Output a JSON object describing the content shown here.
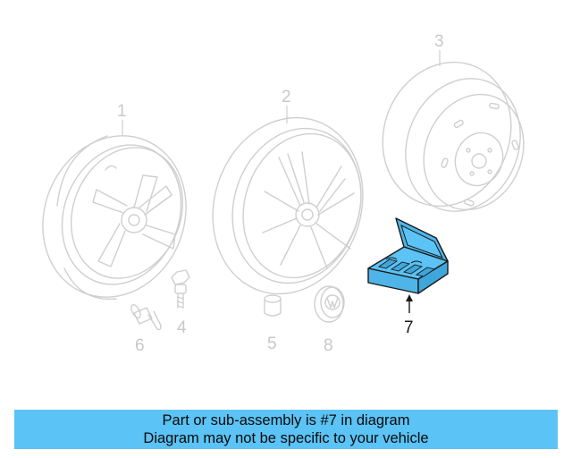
{
  "callouts": [
    {
      "id": "1",
      "label": "1",
      "part": "wheel"
    },
    {
      "id": "2",
      "label": "2",
      "part": "alloy-wheel"
    },
    {
      "id": "3",
      "label": "3",
      "part": "spare-wheel"
    },
    {
      "id": "4",
      "label": "4",
      "part": "wheel-bolt"
    },
    {
      "id": "5",
      "label": "5",
      "part": "cap"
    },
    {
      "id": "6",
      "label": "6",
      "part": "valve-stem"
    },
    {
      "id": "7",
      "label": "7",
      "part": "tool-case",
      "highlighted": true
    },
    {
      "id": "8",
      "label": "8",
      "part": "center-cap"
    }
  ],
  "highlight_color": "#5bc3f5",
  "banner": {
    "line1": "Part or sub-assembly is #7 in diagram",
    "line2": "Diagram may not be specific to your vehicle",
    "color": "#5bc3f5"
  }
}
